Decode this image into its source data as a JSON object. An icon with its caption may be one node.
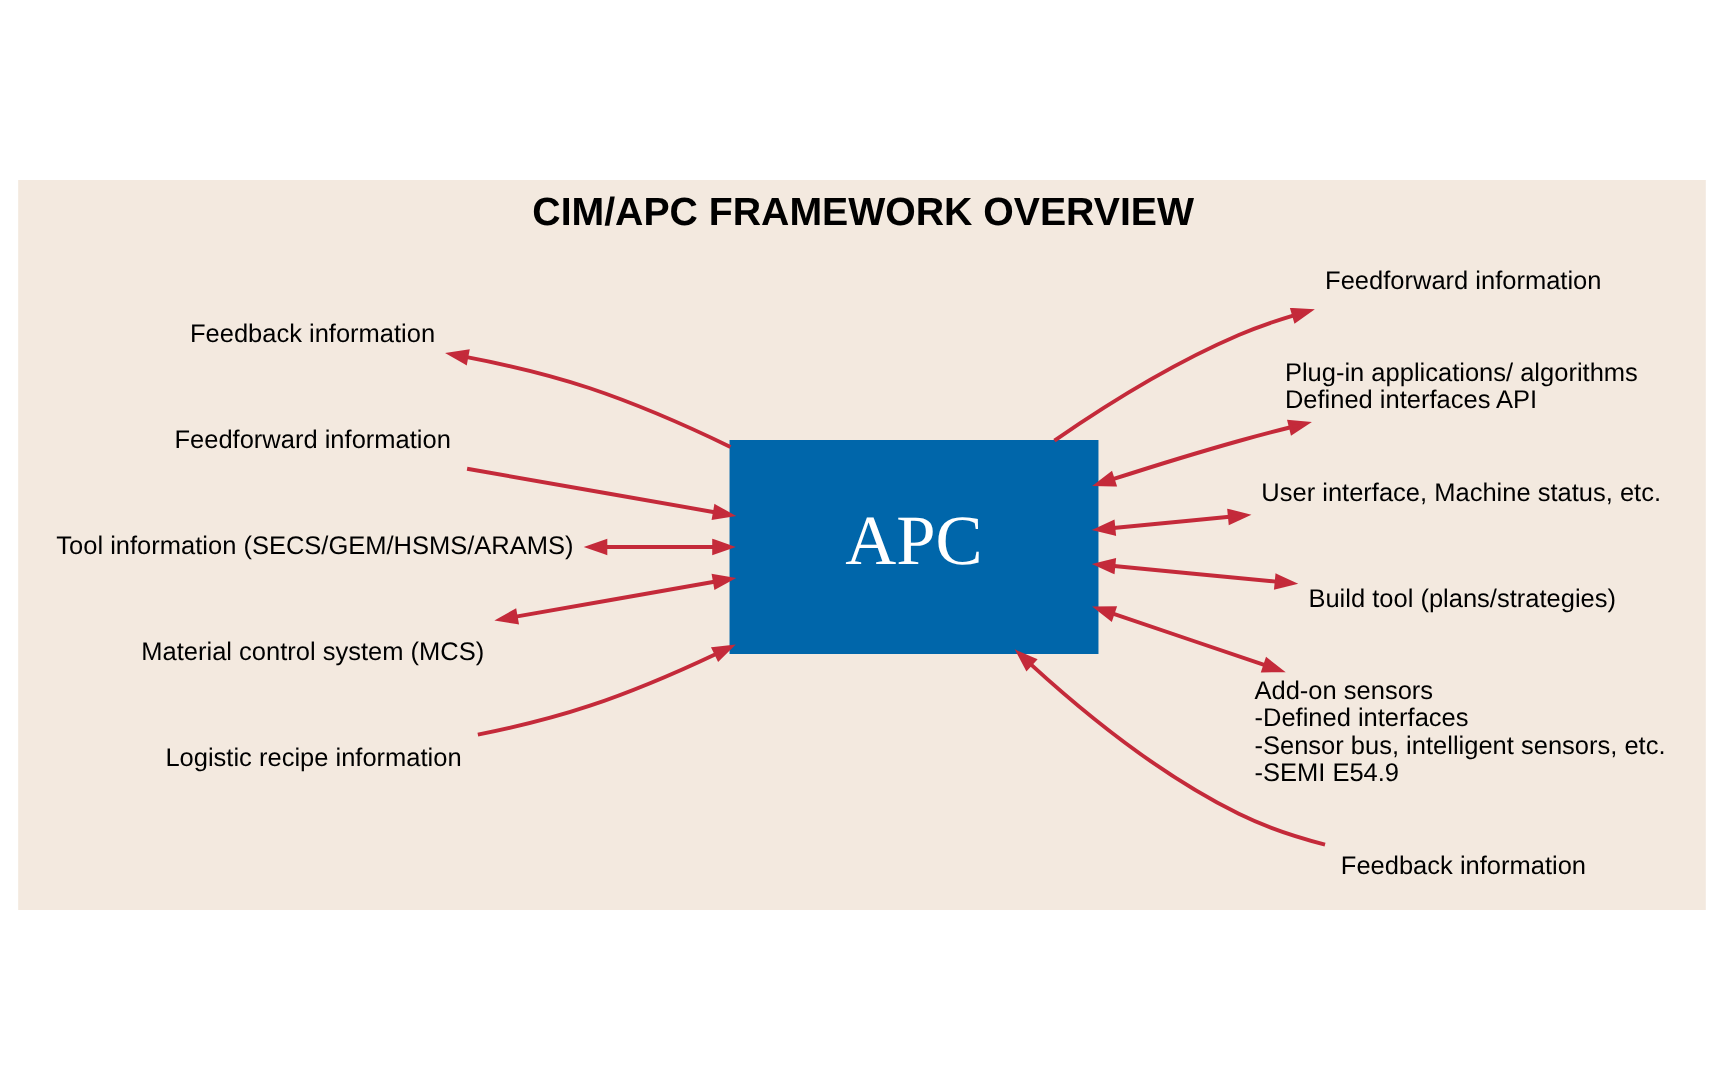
{
  "diagram": {
    "title": "CIM/APC FRAMEWORK OVERVIEW",
    "nodes": [
      {
        "text": [
          "APC"
        ]
      },
      {
        "text": [
          "Feedback information"
        ]
      },
      {
        "text": [
          "Feedforward information"
        ]
      },
      {
        "text": [
          "Feedback information"
        ]
      },
      {
        "text": [
          "Feedforward information"
        ]
      },
      {
        "text": [
          "Tool information (SECS/GEM/HSMS/ARAMS)"
        ]
      },
      {
        "text": [
          "Material control system (MCS)"
        ]
      },
      {
        "text": [
          "Plug-in applications/ algorithms",
          "Defined interfaces API"
        ]
      },
      {
        "text": [
          "User interface, Machine status, etc."
        ]
      },
      {
        "text": [
          "Build tool (plans/strategies)"
        ]
      },
      {
        "text": [
          "Logistic recipe information"
        ]
      },
      {
        "text": [
          "Add-on sensors",
          "-Defined interfaces",
          "-Sensor bus, intelligent sensors, etc.",
          "-SEMI E54.9"
        ]
      }
    ],
    "edges": [
      {
        "from": 0,
        "to": 1,
        "arrow": "to"
      },
      {
        "from": 2,
        "to": 0,
        "arrow": "to"
      },
      {
        "from": 3,
        "to": 0,
        "arrow": "to"
      },
      {
        "from": 0,
        "to": 4,
        "arrow": "to"
      },
      {
        "from": 5,
        "to": 0,
        "arrow": "both"
      },
      {
        "from": 6,
        "to": 0,
        "arrow": "both"
      },
      {
        "from": 0,
        "to": 7,
        "arrow": "both"
      },
      {
        "from": 0,
        "to": 8,
        "arrow": "both"
      },
      {
        "from": 0,
        "to": 9,
        "arrow": "both"
      },
      {
        "from": 10,
        "to": 0,
        "arrow": "to"
      },
      {
        "from": 0,
        "to": 11,
        "arrow": "both"
      }
    ]
  }
}
